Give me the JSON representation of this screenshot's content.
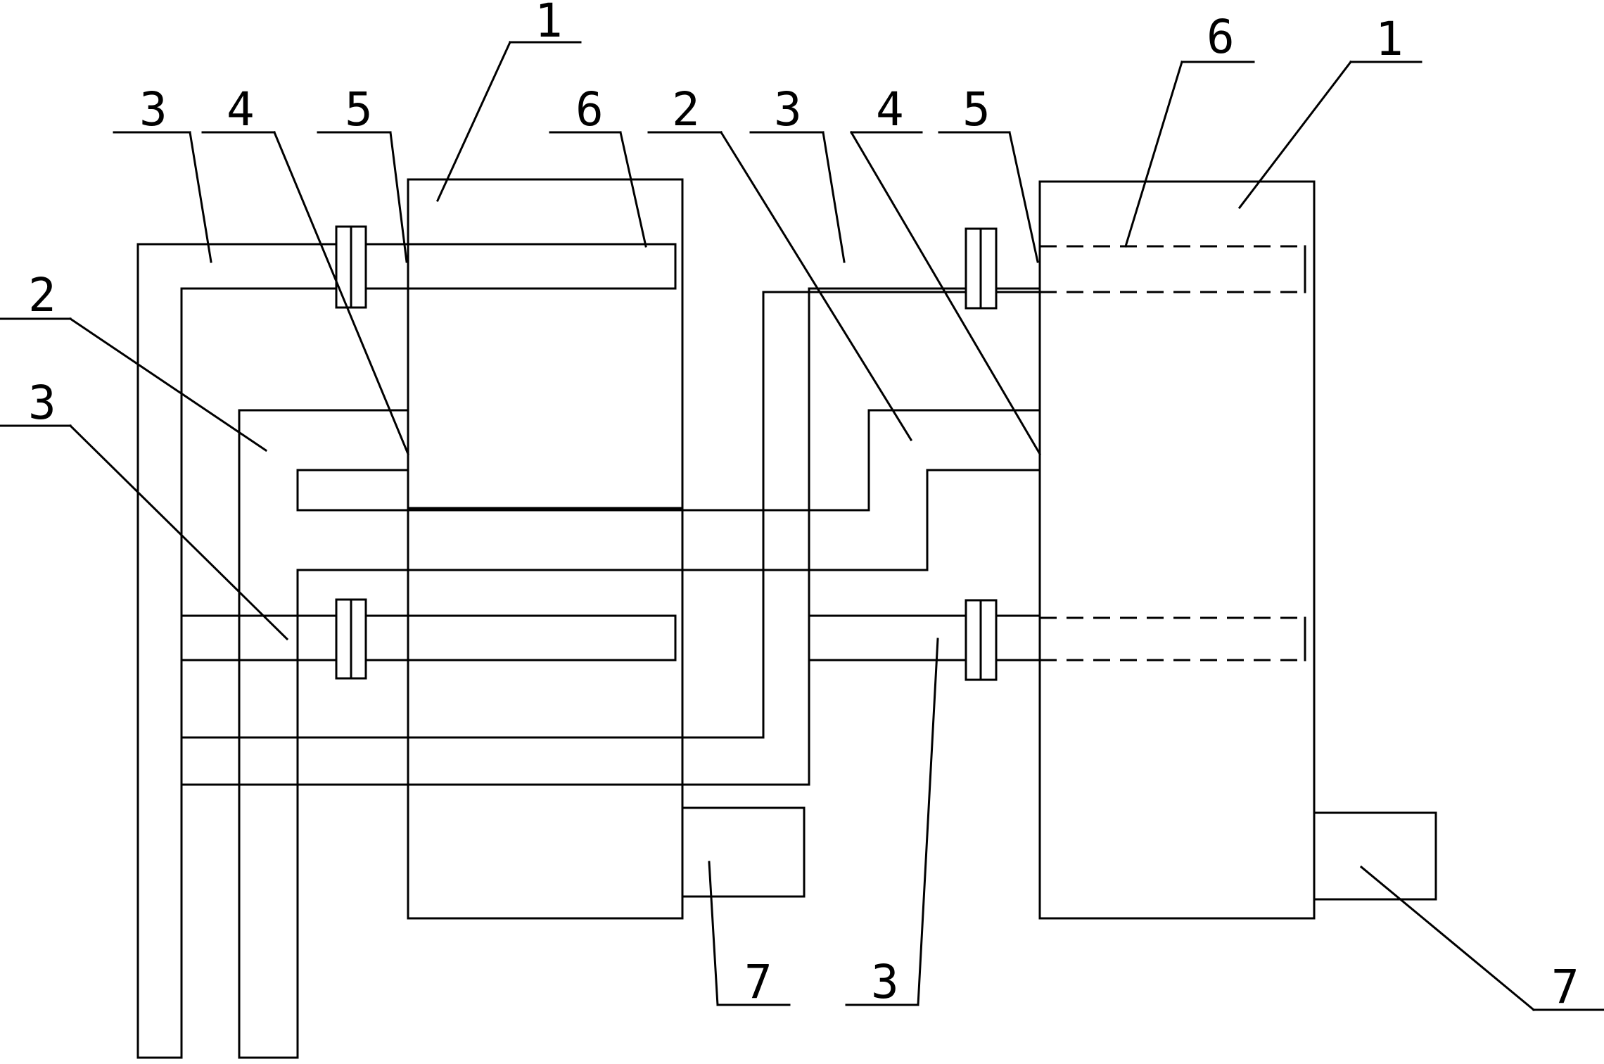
{
  "labels": {
    "l1_left": "1",
    "l1_right": "1",
    "l2_left": "2",
    "l2_mid": "2",
    "l3_top_left": "3",
    "l3_mid_left": "3",
    "l3_top_mid": "3",
    "l3_bottom": "3",
    "l4_left": "4",
    "l4_right": "4",
    "l5_left": "5",
    "l5_right": "5",
    "l6_left": "6",
    "l6_right": "6",
    "l7_left": "7",
    "l7_right": "7"
  }
}
